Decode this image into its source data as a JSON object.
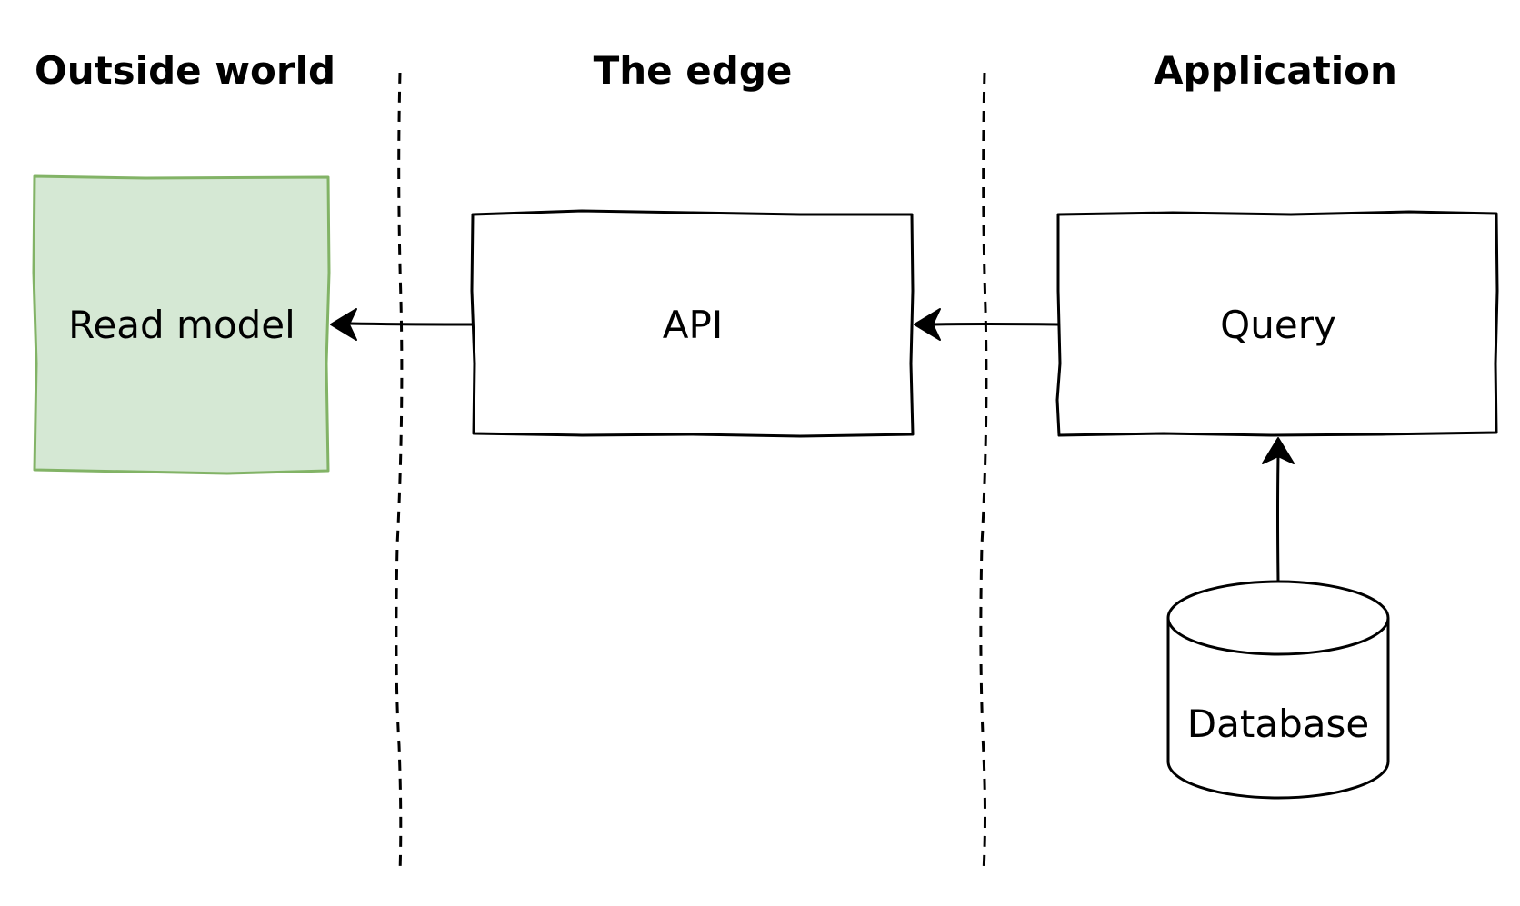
{
  "zones": {
    "outside_world": "Outside world",
    "the_edge": "The edge",
    "application": "Application"
  },
  "nodes": {
    "read_model": "Read model",
    "api": "API",
    "query": "Query",
    "database": "Database"
  },
  "colors": {
    "read_model_fill": "#d5e8d4",
    "read_model_stroke": "#82b366",
    "stroke": "#000000"
  },
  "edges": [
    {
      "from": "query",
      "to": "api"
    },
    {
      "from": "api",
      "to": "read_model"
    },
    {
      "from": "database",
      "to": "query"
    }
  ]
}
